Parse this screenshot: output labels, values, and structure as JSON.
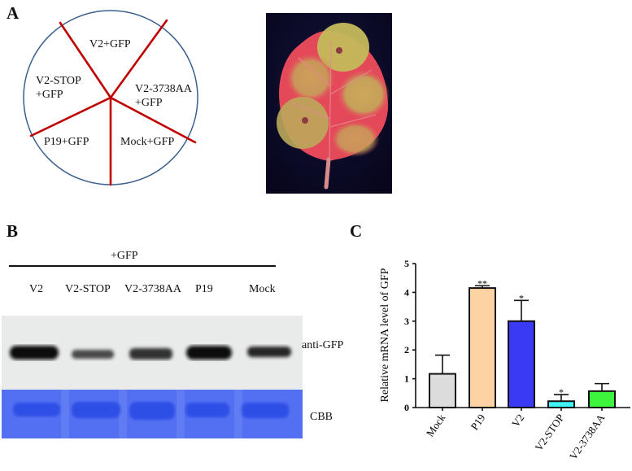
{
  "panels": {
    "a": {
      "label": "A",
      "sectors": [
        {
          "line1": "V2+GFP",
          "line2": ""
        },
        {
          "line1": "V2-3738AA",
          "line2": "+GFP"
        },
        {
          "line1": "Mock+GFP",
          "line2": ""
        },
        {
          "line1": "P19+GFP",
          "line2": ""
        },
        {
          "line1": "V2-STOP",
          "line2": "+GFP"
        }
      ],
      "colors": {
        "circle": "#3a5f8f",
        "divider": "#c00000"
      }
    },
    "b": {
      "label": "B",
      "group_label": "+GFP",
      "lanes": [
        "V2",
        "V2-STOP",
        "V2-3738AA",
        "P19",
        "Mock"
      ],
      "blot_labels": {
        "western": "anti-GFP",
        "stain": "CBB"
      },
      "colors": {
        "membrane": "#e8ebe9",
        "cbb": "#4f6bf0",
        "cbb_band": "#2f4fe6"
      }
    },
    "c": {
      "label": "C"
    }
  },
  "chart_data": {
    "type": "bar",
    "title": "",
    "xlabel": "",
    "ylabel": "Relative mRNA level of GFP",
    "categories": [
      "Mock",
      "P19",
      "V2",
      "V2-STOP",
      "V2-3738AA"
    ],
    "values": [
      1.17,
      4.15,
      3.0,
      0.22,
      0.57
    ],
    "error_upper": [
      1.82,
      4.23,
      3.72,
      0.45,
      0.83
    ],
    "significance": [
      "",
      "**",
      "*",
      "*",
      ""
    ],
    "colors": [
      "#dcdcdc",
      "#fdd3a4",
      "#3a3af5",
      "#3ff2f7",
      "#3cf53c"
    ],
    "ylim": [
      0,
      5
    ],
    "yticks": [
      "0",
      "1",
      "2",
      "3",
      "4",
      "5"
    ],
    "grid": false,
    "legend": "none"
  }
}
